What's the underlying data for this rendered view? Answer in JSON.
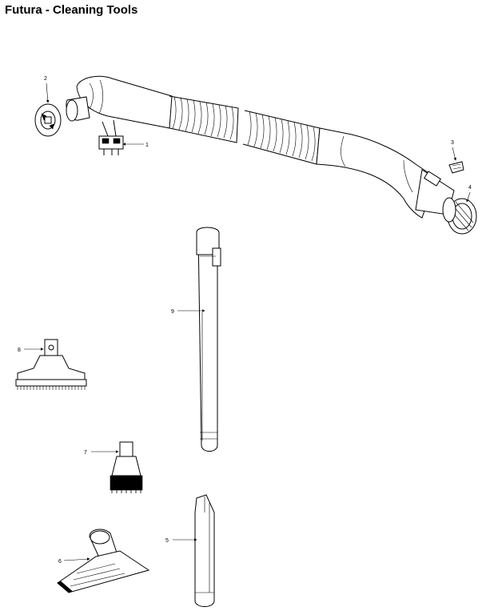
{
  "title": "Futura - Cleaning Tools",
  "callouts": {
    "c1": "1",
    "c2": "2",
    "c3": "3",
    "c4": "4",
    "c5": "5",
    "c6": "6",
    "c7": "7",
    "c8": "8",
    "c9": "9"
  }
}
